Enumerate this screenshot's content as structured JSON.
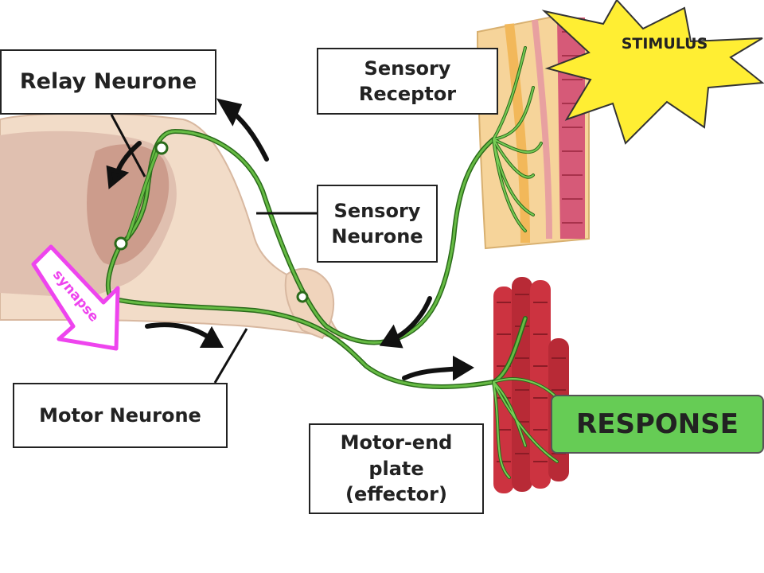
{
  "labels": {
    "relay_neurone": "Relay Neurone",
    "sensory_receptor": [
      "Sensory",
      "Receptor"
    ],
    "sensory_neurone": [
      "Sensory",
      "Neurone"
    ],
    "motor_neurone": "Motor Neurone",
    "motor_end_plate": [
      "Motor-end",
      "plate",
      "(effector)"
    ],
    "response": "RESPONSE",
    "stimulus": "STIMULUS",
    "synapse": "synapse"
  },
  "colors": {
    "neurone": "#66bb44",
    "spinal_cord": "#e8c4a8",
    "grey_matter": "#c8a090",
    "skin": "#f2c070",
    "muscle": "#cc3340",
    "stimulus_burst": "#ffee33",
    "response_fill": "#66cc55",
    "synapse_arrow": "#ee44ee"
  }
}
